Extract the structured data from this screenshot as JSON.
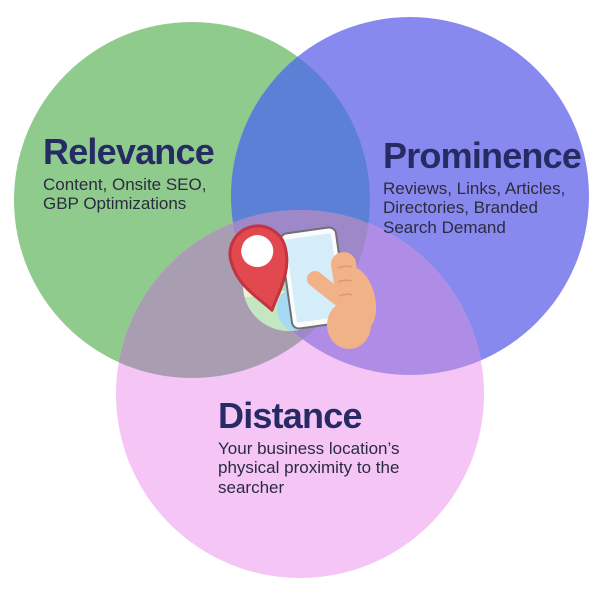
{
  "venn": {
    "sets": [
      {
        "id": "relevance",
        "title": "Relevance",
        "lines": [
          "Content, Onsite SEO,",
          "GBP Optimizations"
        ],
        "color": "#90CB8E"
      },
      {
        "id": "prominence",
        "title": "Prominence",
        "lines": [
          "Reviews, Links, Articles,",
          "Directories, Branded",
          "Search Demand"
        ],
        "color": "#8889EF"
      },
      {
        "id": "distance",
        "title": "Distance",
        "lines": [
          "Your business location’s",
          "physical proximity to the",
          "searcher"
        ],
        "color": "#F5C5F6"
      }
    ],
    "overlap_colors": {
      "relevance_prominence": "#5C80D6",
      "relevance_distance": "#A99DB1",
      "prominence_distance": "#AF8DE7",
      "all_three": "#9E88C8"
    },
    "text_colors": {
      "heading": "#262B63",
      "body": "#2B2B3F"
    },
    "center_illustration": {
      "icons": [
        "map-pin-icon",
        "map-icon",
        "smartphone-icon",
        "hand-icon"
      ],
      "pin_color": "#E1494F",
      "pin_outline_color": "#C23440",
      "map_color": "#F7F1DD",
      "map_patch_yellow": "#F6ECCB",
      "map_patch_green": "#C4E6C0",
      "lake_color": "#A6D9F3",
      "phone_frame_color": "#FBFBFC",
      "phone_border_color": "#6F6F74",
      "phone_screen_color": "#D5ECF9",
      "hand_color": "#F2B287",
      "hand_crease_color": "#DE9A6C"
    }
  }
}
